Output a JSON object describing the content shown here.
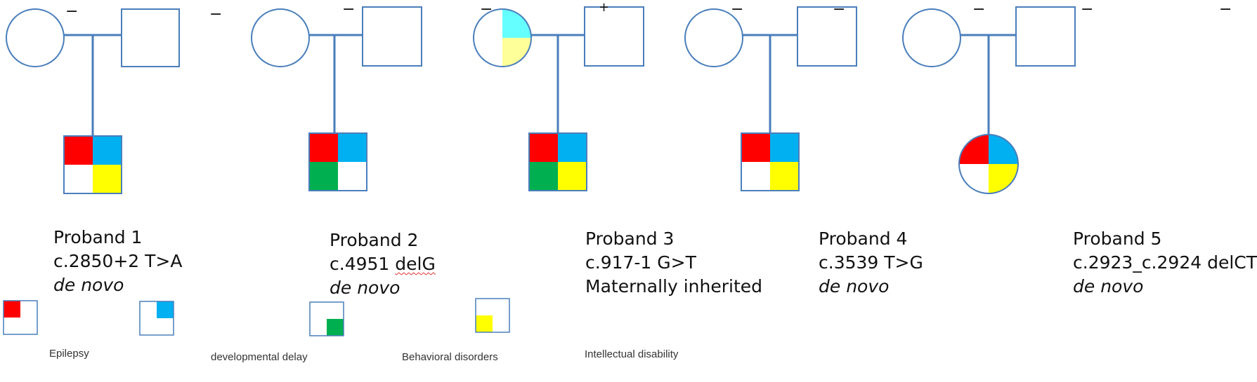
{
  "colors": {
    "line": "#4a7ebb",
    "epilepsy": "#ff0000",
    "developmental_delay": "#00b0f0",
    "behavioral_disorders": "#00b050",
    "intellectual_disability": "#ffff00",
    "mother_carrier_delay": "#66ffff",
    "mother_carrier_intellectual": "#ffff99"
  },
  "families": [
    {
      "mother_sign": "−",
      "father_sign": "−",
      "proband": {
        "shape": "square",
        "quadrants": [
          "epilepsy",
          "developmental_delay",
          "empty",
          "intellectual_disability"
        ]
      },
      "label": "Proband 1",
      "variant": "c.2850+2 T>A",
      "inheritance": "de novo",
      "inheritance_italic": true
    },
    {
      "mother_sign": "−",
      "father_sign": "−",
      "proband": {
        "shape": "square",
        "quadrants": [
          "epilepsy",
          "developmental_delay",
          "behavioral_disorders",
          "empty"
        ]
      },
      "label": "Proband 2",
      "variant_prefix": "c.4951 ",
      "variant_marked": "delG",
      "inheritance": "de novo",
      "inheritance_italic": true
    },
    {
      "mother_sign": "+",
      "father_sign": "−",
      "mother_quadrants": [
        "empty",
        "mother_carrier_delay",
        "empty",
        "mother_carrier_intellectual"
      ],
      "proband": {
        "shape": "square",
        "quadrants": [
          "epilepsy",
          "developmental_delay",
          "behavioral_disorders",
          "intellectual_disability"
        ]
      },
      "label": "Proband 3",
      "variant": "c.917-1 G>T",
      "inheritance": "Maternally inherited",
      "inheritance_italic": false
    },
    {
      "mother_sign": "−",
      "father_sign": "−",
      "proband": {
        "shape": "square",
        "quadrants": [
          "epilepsy",
          "developmental_delay",
          "empty",
          "intellectual_disability"
        ]
      },
      "label": "Proband 4",
      "variant": "c.3539 T>G",
      "inheritance": "de novo",
      "inheritance_italic": true
    },
    {
      "mother_sign": "−",
      "father_sign": "−",
      "proband": {
        "shape": "circle",
        "quadrants": [
          "epilepsy",
          "developmental_delay",
          "empty",
          "intellectual_disability"
        ]
      },
      "label": "Proband 5",
      "variant": "c.2923_c.2924 delCT",
      "inheritance": "de novo",
      "inheritance_italic": true
    }
  ],
  "legend": [
    {
      "key": "epilepsy",
      "label": "Epilepsy"
    },
    {
      "key": "developmental_delay",
      "label": "developmental delay"
    },
    {
      "key": "behavioral_disorders",
      "label": "Behavioral disorders"
    },
    {
      "key": "intellectual_disability",
      "label": "Intellectual disability"
    }
  ]
}
